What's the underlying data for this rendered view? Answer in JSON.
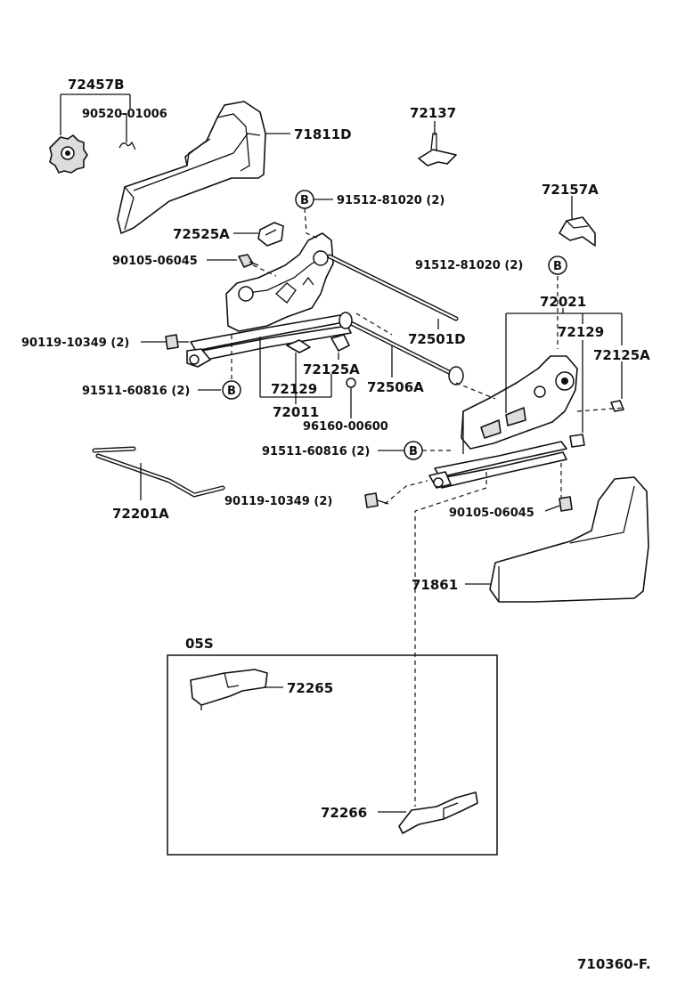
{
  "labels": {
    "p72457B": "72457B",
    "p90520": "90520-01006",
    "p71811D": "71811D",
    "p72137": "72137",
    "p72157A": "72157A",
    "p91512_a": "91512-81020 (2)",
    "p91512_b": "91512-81020 (2)",
    "p72525A": "72525A",
    "p90105_a": "90105-06045",
    "p90105_b": "90105-06045",
    "p72021": "72021",
    "p72129_a": "72129",
    "p72129_b": "72129",
    "p72125A_a": "72125A",
    "p72125A_b": "72125A",
    "p90119_a": "90119-10349 (2)",
    "p90119_b": "90119-10349 (2)",
    "p72501D": "72501D",
    "p72506A": "72506A",
    "p91511_a": "91511-60816 (2)",
    "p91511_b": "91511-60816 (2)",
    "p72011": "72011",
    "p96160": "96160-00600",
    "p72201A": "72201A",
    "p71861": "71861",
    "p05S": "05S",
    "p72265": "72265",
    "p72266": "72266",
    "ref_b": "B",
    "footer": "710360-F."
  }
}
